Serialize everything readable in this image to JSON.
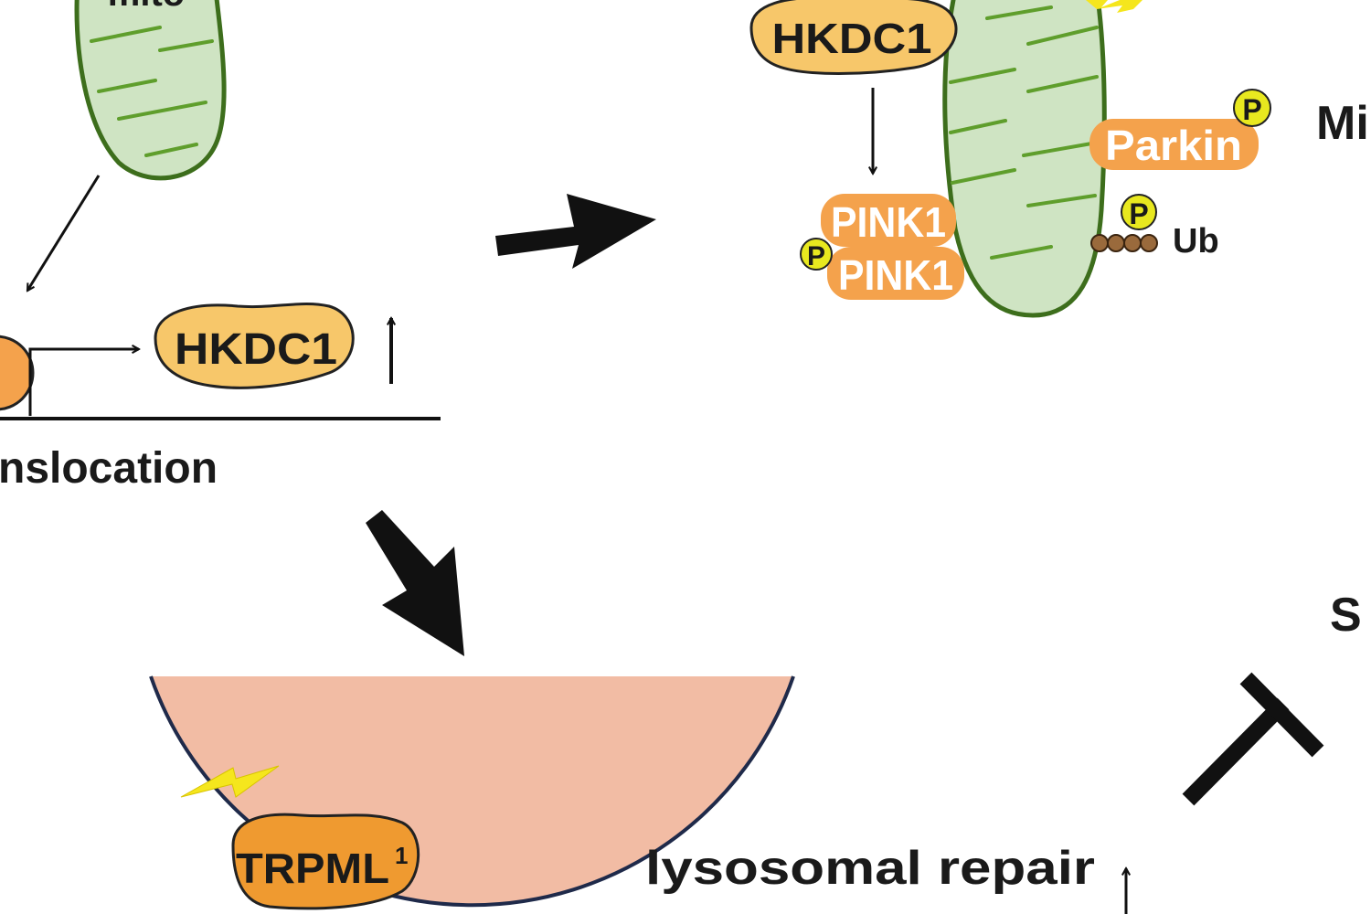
{
  "labels": {
    "mito_top_left": "mito",
    "hkdc1_nucleus": "HKDC1",
    "translocation": "nslocation",
    "hkdc1_top": "HKDC1",
    "pink1_a": "PINK1",
    "pink1_b": "PINK1",
    "parkin": "Parkin",
    "phospho": "P",
    "ub": "Ub",
    "mi_partial": "Mi",
    "s_partial": "S",
    "trpml": "TRPML",
    "trpml_sup": "1",
    "lysosomal_repair": "lysosomal repair"
  },
  "colors": {
    "mito_fill": "#cfe4c3",
    "mito_stroke": "#3d6e1c",
    "mito_cristae": "#5f9e2c",
    "hkdc1_fill": "#f7c76a",
    "orange_protein": "#f4a24c",
    "phospho_fill": "#e8e81f",
    "ub_fill": "#9a6a3c",
    "lysosome_fill": "#f2bca4",
    "lysosome_edge": "#1f2a4a",
    "lightning": "#f5e61d",
    "trpml_fill": "#ef9a30",
    "arrow": "#111111"
  },
  "icons": [
    "mitochondrion-icon",
    "lightning-icon",
    "ubiquitin-chain-icon",
    "phospho-icon",
    "inhibition-bar-icon"
  ]
}
